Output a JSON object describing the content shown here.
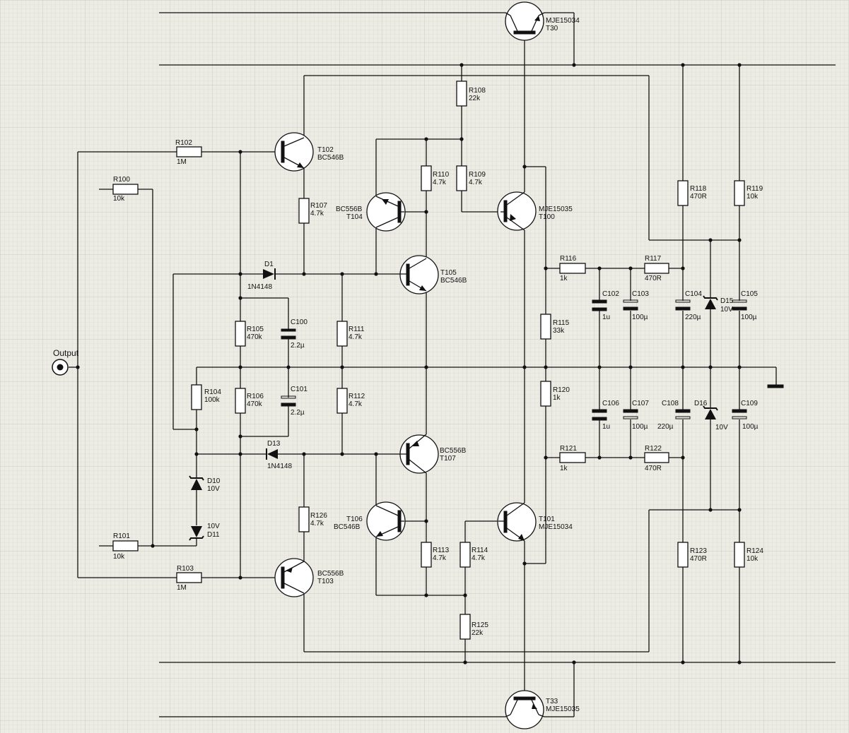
{
  "output_label": "Output",
  "resistors": [
    {
      "ref": "R100",
      "value": "10k"
    },
    {
      "ref": "R101",
      "value": "10k"
    },
    {
      "ref": "R102",
      "value": "1M"
    },
    {
      "ref": "R103",
      "value": "1M"
    },
    {
      "ref": "R104",
      "value": "100k"
    },
    {
      "ref": "R105",
      "value": "470k"
    },
    {
      "ref": "R106",
      "value": "470k"
    },
    {
      "ref": "R107",
      "value": "4.7k"
    },
    {
      "ref": "R108",
      "value": "22k"
    },
    {
      "ref": "R109",
      "value": "4.7k"
    },
    {
      "ref": "R110",
      "value": "4.7k"
    },
    {
      "ref": "R111",
      "value": "4.7k"
    },
    {
      "ref": "R112",
      "value": "4.7k"
    },
    {
      "ref": "R113",
      "value": "4.7k"
    },
    {
      "ref": "R114",
      "value": "4.7k"
    },
    {
      "ref": "R115",
      "value": "33k"
    },
    {
      "ref": "R116",
      "value": "1k"
    },
    {
      "ref": "R117",
      "value": "470R"
    },
    {
      "ref": "R118",
      "value": "470R"
    },
    {
      "ref": "R119",
      "value": "10k"
    },
    {
      "ref": "R120",
      "value": "1k"
    },
    {
      "ref": "R121",
      "value": "1k"
    },
    {
      "ref": "R122",
      "value": "470R"
    },
    {
      "ref": "R123",
      "value": "470R"
    },
    {
      "ref": "R124",
      "value": "10k"
    },
    {
      "ref": "R125",
      "value": "22k"
    },
    {
      "ref": "R126",
      "value": "4.7k"
    }
  ],
  "capacitors": [
    {
      "ref": "C100",
      "value": "2.2µ"
    },
    {
      "ref": "C101",
      "value": "2.2µ"
    },
    {
      "ref": "C102",
      "value": "1u"
    },
    {
      "ref": "C103",
      "value": "100µ"
    },
    {
      "ref": "C104",
      "value": "220µ"
    },
    {
      "ref": "C105",
      "value": "100µ"
    },
    {
      "ref": "C106",
      "value": "1u"
    },
    {
      "ref": "C107",
      "value": "100µ"
    },
    {
      "ref": "C108",
      "value": "220µ"
    },
    {
      "ref": "C109",
      "value": "100µ"
    }
  ],
  "diodes": [
    {
      "ref": "D1",
      "value": "1N4148"
    },
    {
      "ref": "D13",
      "value": "1N4148"
    },
    {
      "ref": "D10",
      "value": "10V"
    },
    {
      "ref": "D11",
      "value": "10V"
    },
    {
      "ref": "D15",
      "value": "10V"
    },
    {
      "ref": "D16",
      "value": "10V"
    }
  ],
  "transistors": [
    {
      "ref": "T30",
      "type": "MJE15034"
    },
    {
      "ref": "T33",
      "type": "MJE15035"
    },
    {
      "ref": "T100",
      "type": "MJE15035"
    },
    {
      "ref": "T101",
      "type": "MJE15034"
    },
    {
      "ref": "T102",
      "type": "BC546B"
    },
    {
      "ref": "T103",
      "type": "BC556B"
    },
    {
      "ref": "T104",
      "type": "BC556B"
    },
    {
      "ref": "T105",
      "type": "BC546B"
    },
    {
      "ref": "T106",
      "type": "BC546B"
    },
    {
      "ref": "T107",
      "type": "BC556B"
    }
  ],
  "colors": {
    "background": "#ecebe4",
    "grid_fine": "#d9d8d0",
    "grid_major": "#c9c8bf",
    "ink": "#111111"
  }
}
